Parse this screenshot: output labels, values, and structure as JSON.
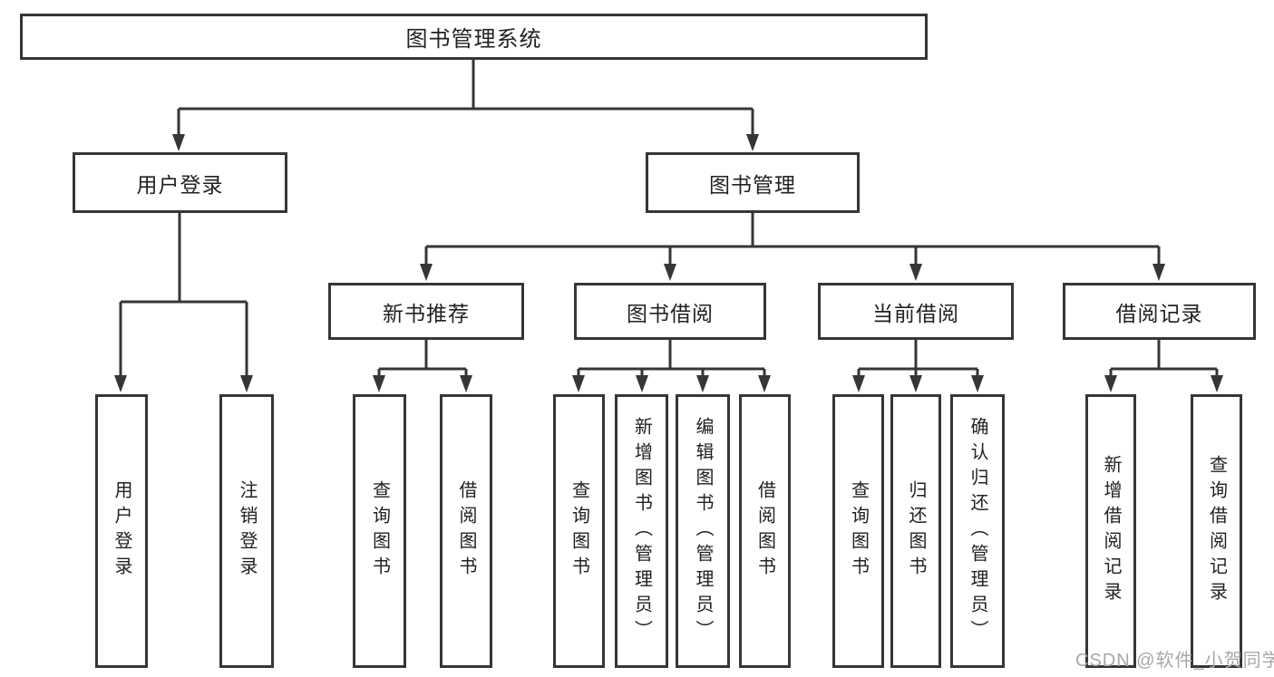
{
  "tree": {
    "root": {
      "label": "图书管理系统",
      "children": [
        {
          "label": "用户登录",
          "children": [
            {
              "label": "用户登录"
            },
            {
              "label": "注销登录"
            }
          ]
        },
        {
          "label": "图书管理",
          "children": [
            {
              "label": "新书推荐",
              "children": [
                {
                  "label": "查询图书"
                },
                {
                  "label": "借阅图书"
                }
              ]
            },
            {
              "label": "图书借阅",
              "children": [
                {
                  "label": "查询图书"
                },
                {
                  "label": "新增图书（管理员）"
                },
                {
                  "label": "编辑图书（管理员）"
                },
                {
                  "label": "借阅图书"
                }
              ]
            },
            {
              "label": "当前借阅",
              "children": [
                {
                  "label": "查询图书"
                },
                {
                  "label": "归还图书"
                },
                {
                  "label": "确认归还（管理员）"
                }
              ]
            },
            {
              "label": "借阅记录",
              "children": [
                {
                  "label": "新增借阅记录"
                },
                {
                  "label": "查询借阅记录"
                }
              ]
            }
          ]
        }
      ]
    }
  },
  "watermark": {
    "text": "CSDN @软件_小贺同学"
  },
  "colors": {
    "line": "#363636",
    "text": "#212121",
    "watermark": "#a8a8a8",
    "background": "#ffffff"
  }
}
